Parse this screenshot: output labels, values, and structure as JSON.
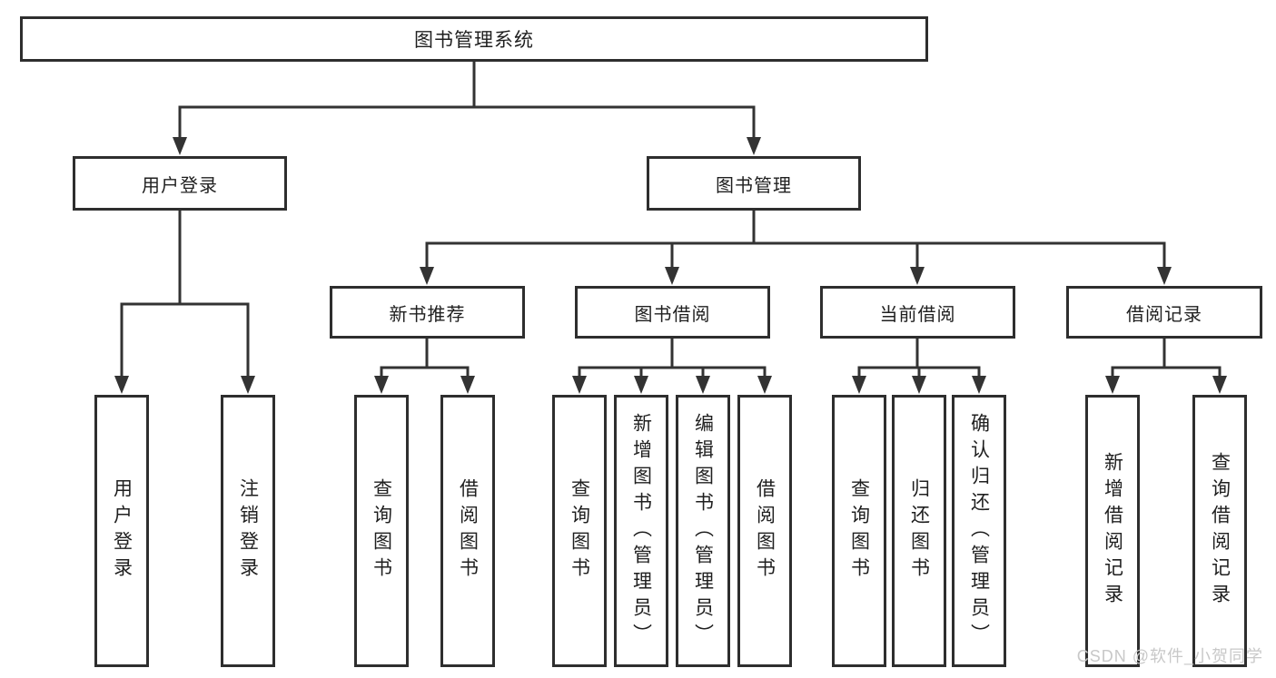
{
  "tree": {
    "root": {
      "label": "图书管理系统"
    },
    "branches": [
      {
        "label": "用户登录",
        "children": [
          {
            "label": "用户登录"
          },
          {
            "label": "注销登录"
          }
        ]
      },
      {
        "label": "图书管理",
        "children": [
          {
            "label": "新书推荐",
            "children": [
              {
                "label": "查询图书"
              },
              {
                "label": "借阅图书"
              }
            ]
          },
          {
            "label": "图书借阅",
            "children": [
              {
                "label": "查询图书"
              },
              {
                "label": "新增图书（管理员）"
              },
              {
                "label": "编辑图书（管理员）"
              },
              {
                "label": "借阅图书"
              }
            ]
          },
          {
            "label": "当前借阅",
            "children": [
              {
                "label": "查询图书"
              },
              {
                "label": "归还图书"
              },
              {
                "label": "确认归还（管理员）"
              }
            ]
          },
          {
            "label": "借阅记录",
            "children": [
              {
                "label": "新增借阅记录"
              },
              {
                "label": "查询借阅记录"
              }
            ]
          }
        ]
      }
    ]
  },
  "watermark": "CSDN @软件_小贺同学",
  "colors": {
    "line": "#333333",
    "border": "#2e2e2e",
    "text": "#1f1f1f",
    "watermark": "#c8c8c8"
  }
}
